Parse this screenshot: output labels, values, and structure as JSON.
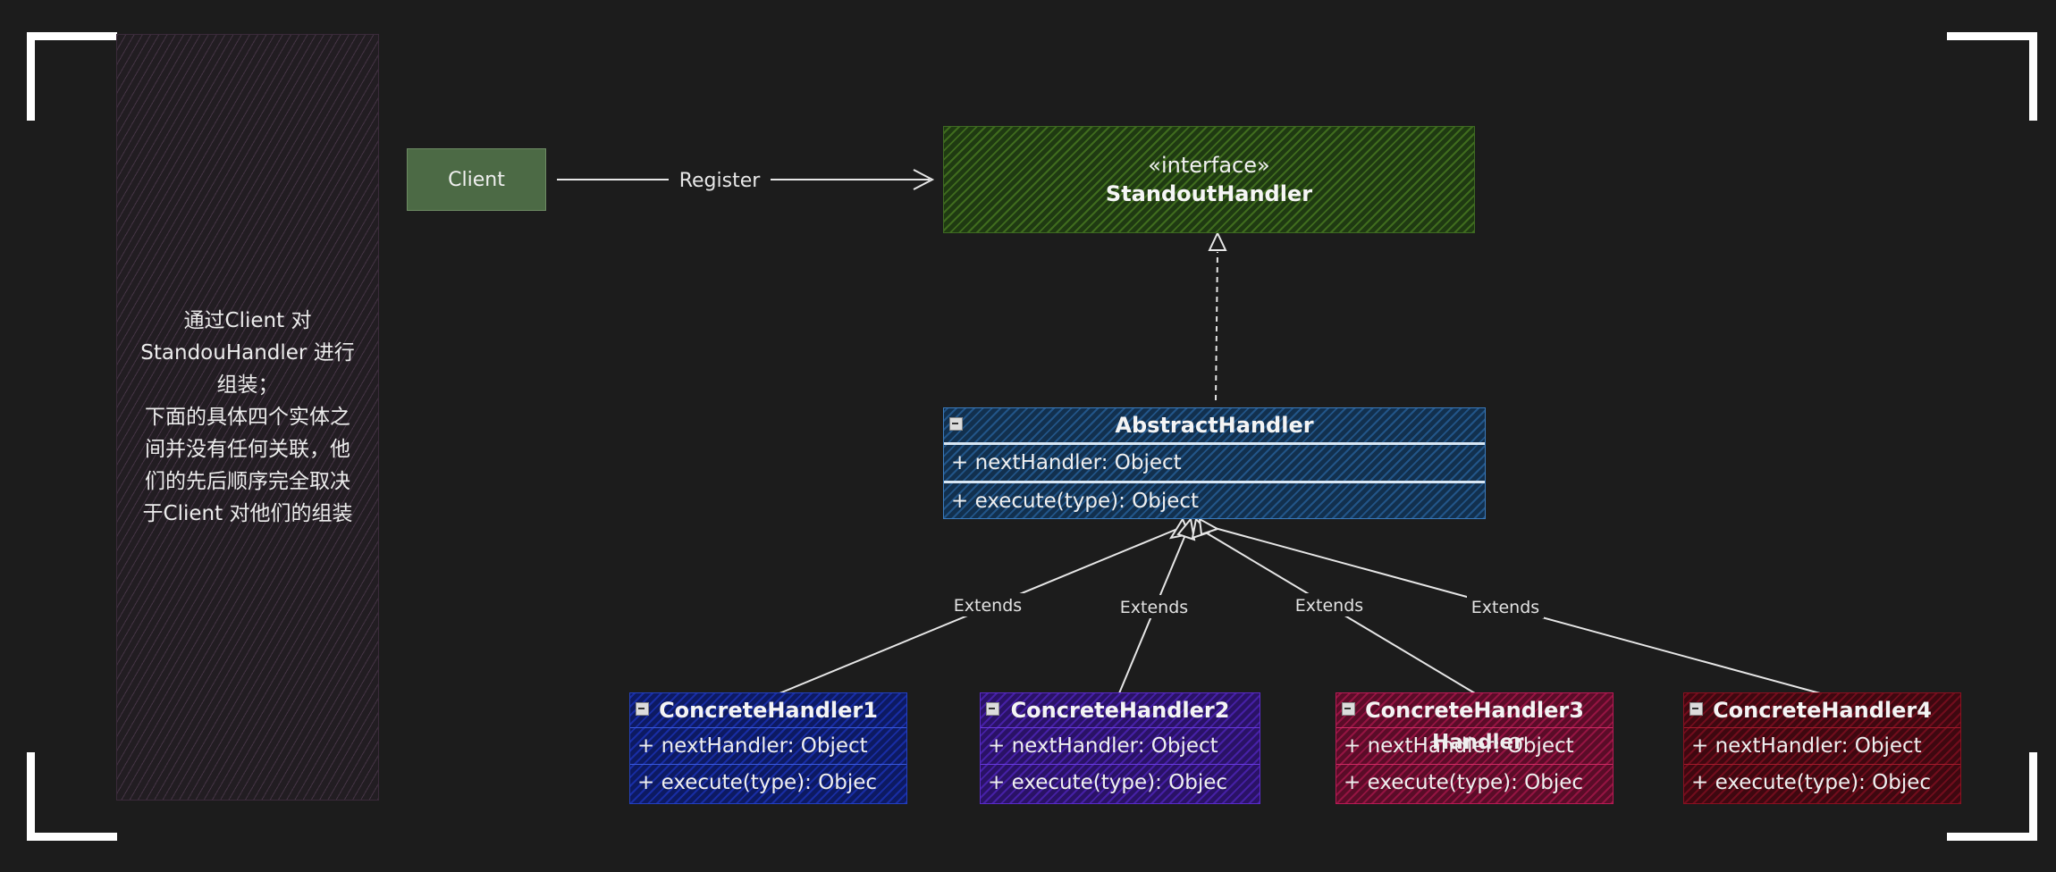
{
  "note": {
    "lines": [
      "通过Client 对",
      "StandouHandler 进行",
      "组装；",
      "下面的具体四个实体之",
      "间并没有任何关联，他",
      "们的先后顺序完全取决",
      "于Client 对他们的组装"
    ]
  },
  "client": {
    "label": "Client"
  },
  "register_edge": {
    "label": "Register"
  },
  "interface": {
    "stereotype": "«interface»",
    "name": "StandoutHandler"
  },
  "abstract_handler": {
    "name": "AbstractHandler",
    "field": "+ nextHandler: Object",
    "method": "+ execute(type): Object"
  },
  "extends_label": "Extends",
  "concrete_handlers": [
    {
      "name": "ConcreteHandler1",
      "field": "+ nextHandler: Object",
      "method": "+ execute(type): Objec"
    },
    {
      "name": "ConcreteHandler2",
      "field": "+ nextHandler: Object",
      "method": "+ execute(type): Objec"
    },
    {
      "name": "ConcreteHandler3",
      "field": "+ nextHandler: Object",
      "method": "+ execute(type): Objec",
      "overlap_text": "Handler"
    },
    {
      "name": "ConcreteHandler4",
      "field": "+ nextHandler: Object",
      "method": "+ execute(type): Objec"
    }
  ],
  "colors": {
    "background": "#1c1c1c",
    "client": "#4c6a45",
    "interface": "#3e6a22",
    "abstract": "#3a7bbd",
    "concrete1": "#2340c0",
    "concrete2": "#5a2bc8",
    "concrete3": "#b81a55",
    "concrete4": "#8a1020"
  }
}
